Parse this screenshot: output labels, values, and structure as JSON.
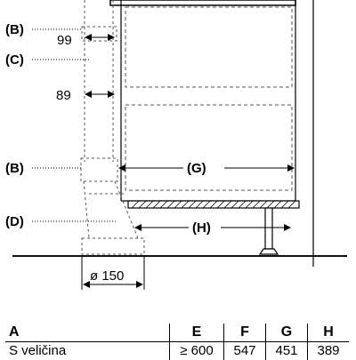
{
  "callouts": {
    "b": "(B)",
    "c": "(C)",
    "d": "(D)",
    "g": "(G)",
    "h": "(H)"
  },
  "dimensions": {
    "upper_offset": "99",
    "lower_offset": "89",
    "duct_diameter": "ø 150"
  },
  "table": {
    "corner": "A",
    "columns": [
      "E",
      "F",
      "G",
      "H"
    ],
    "rows": [
      {
        "label": "S veličina",
        "values": [
          "≥ 600",
          "547",
          "451",
          "389"
        ]
      }
    ]
  },
  "colors": {
    "line": "#000000",
    "dash": "#555555",
    "floor": "#111111",
    "hatch": "#000000"
  }
}
